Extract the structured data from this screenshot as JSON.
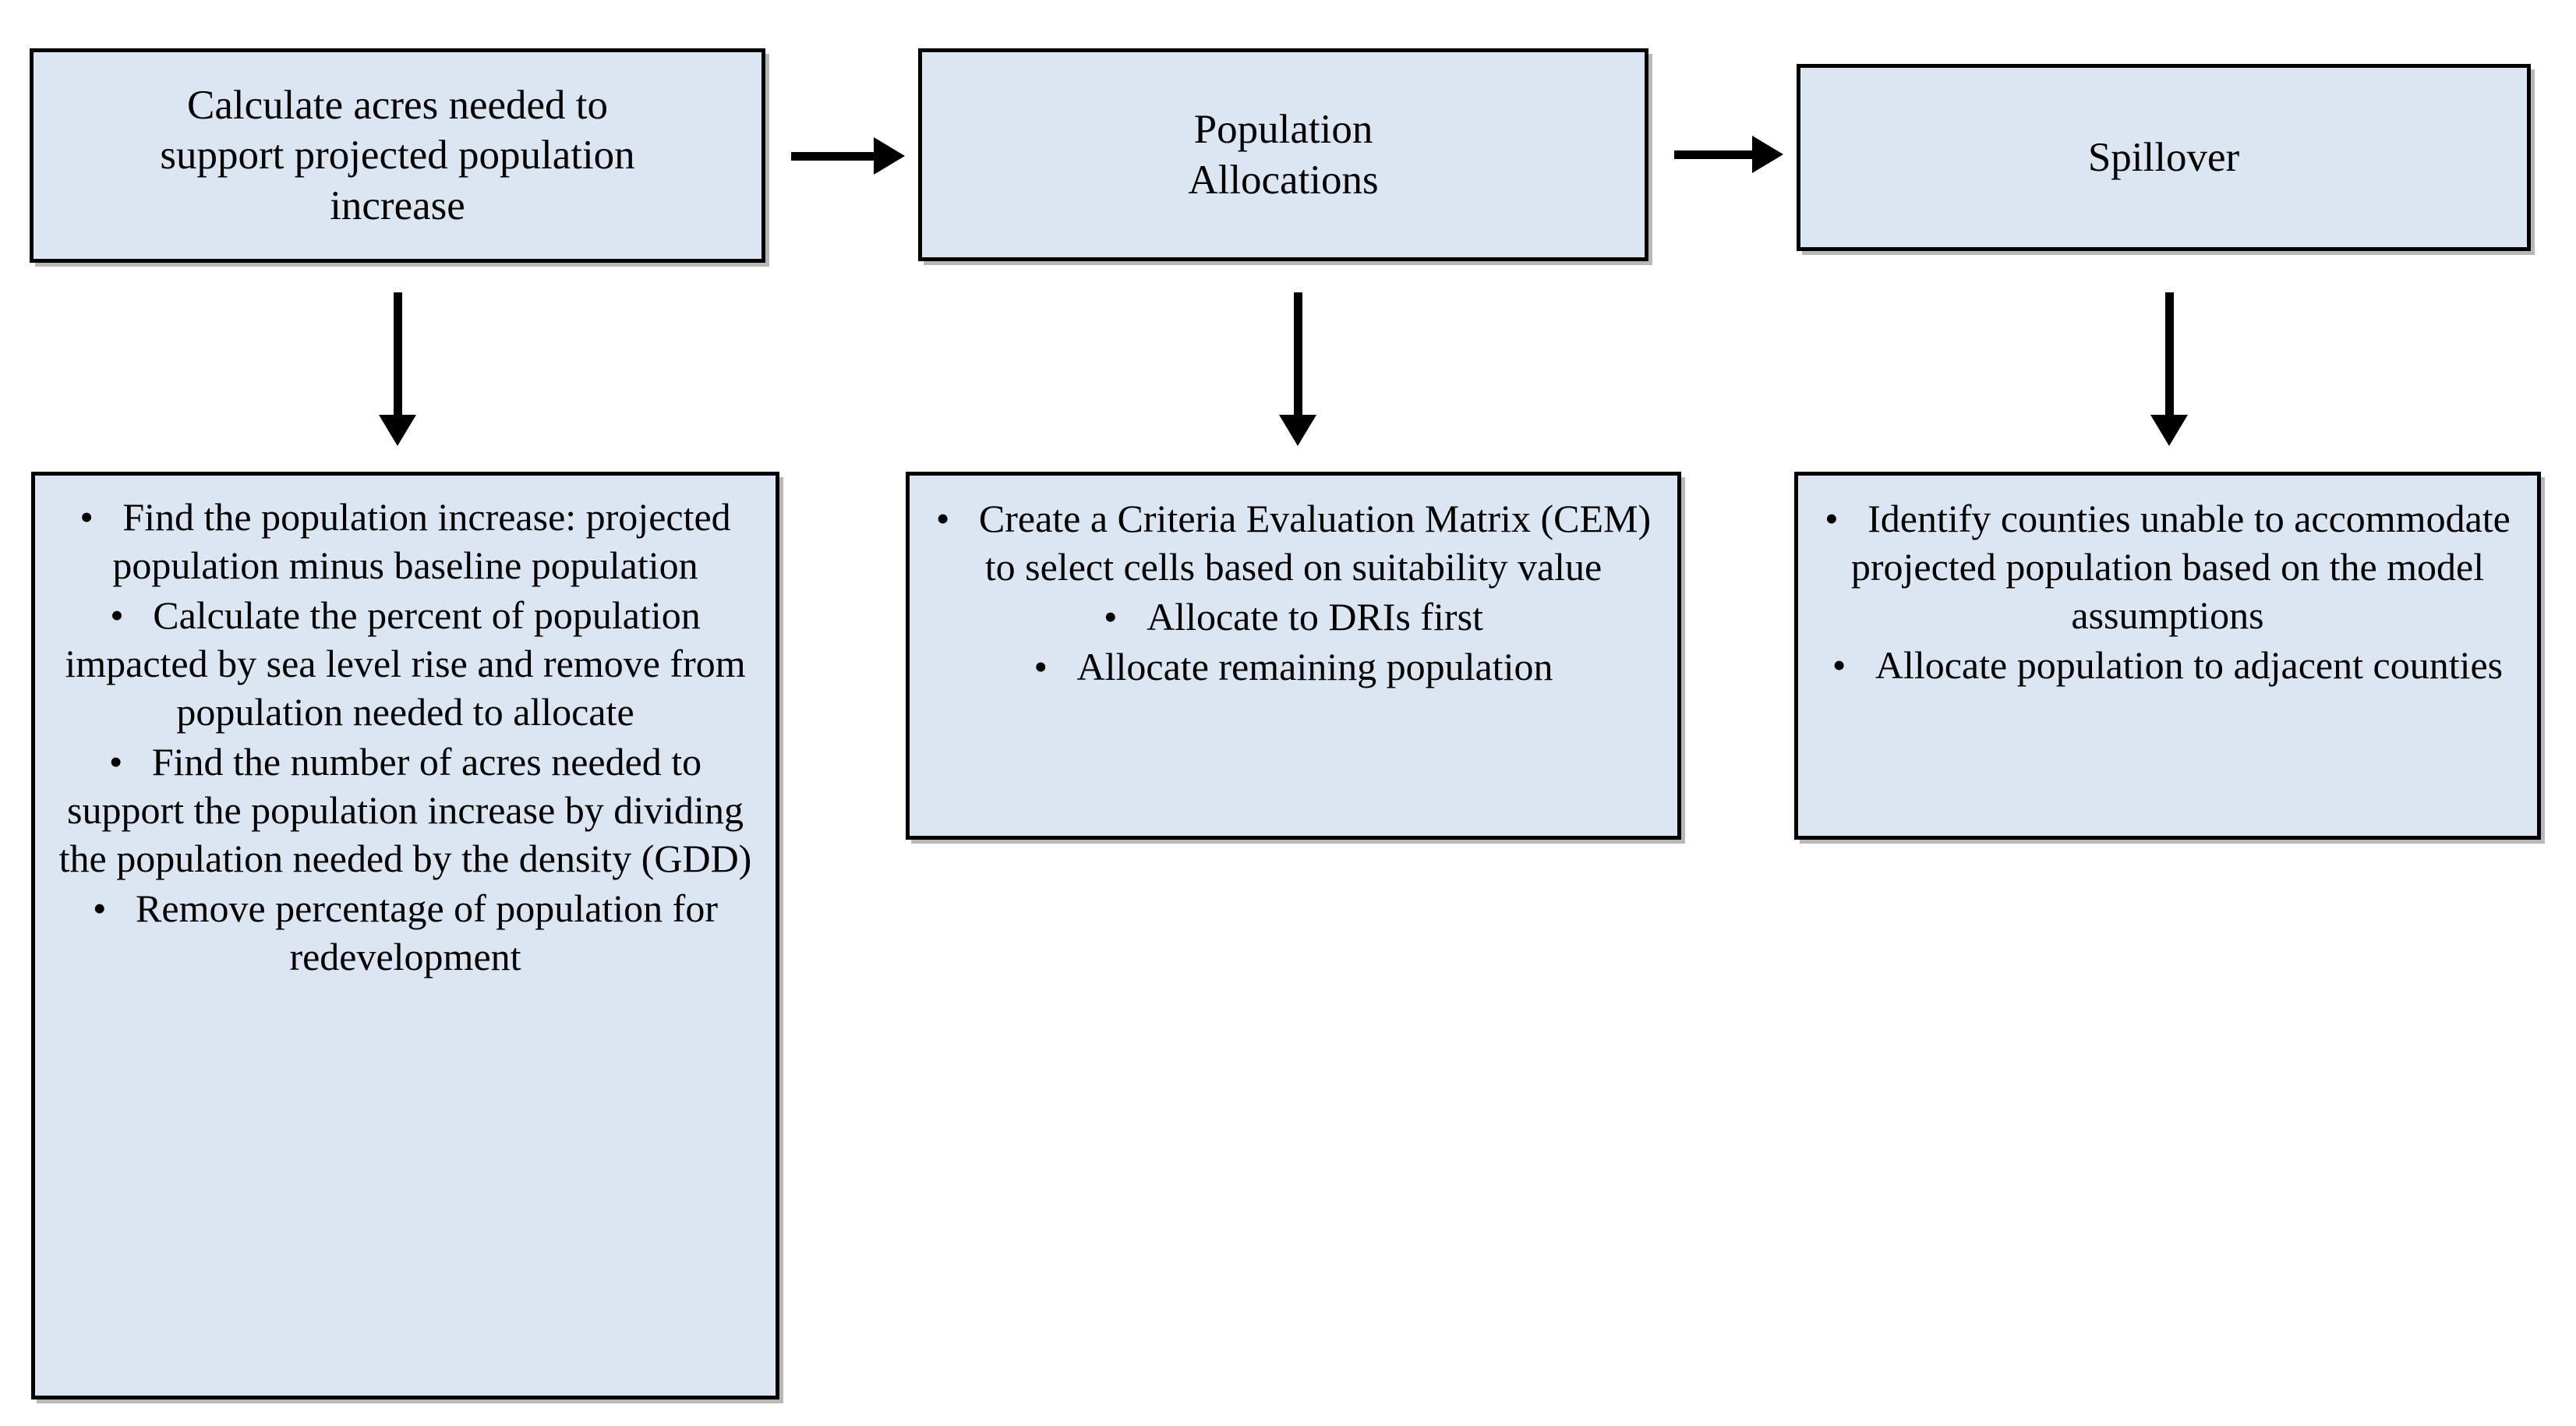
{
  "diagram": {
    "title": "Population allocation model workflow",
    "colors": {
      "node_fill": "#dce6f2",
      "node_border": "#000000",
      "arrow": "#000000",
      "background": "#ffffff"
    },
    "top_row": [
      {
        "id": "calc-acres",
        "label": "Calculate acres needed to\nsupport projected population\nincrease"
      },
      {
        "id": "population-allocations",
        "label": "Population\nAllocations"
      },
      {
        "id": "spillover",
        "label": "Spillover"
      }
    ],
    "detail_row": [
      {
        "id": "calc-acres-details",
        "bullets": [
          "Find the population increase: projected population minus baseline population",
          "Calculate the percent of population impacted by sea level rise and remove from population needed to allocate",
          "Find the number of acres needed to support the population increase by dividing the population needed by the density (GDD)",
          "Remove percentage of population for redevelopment"
        ]
      },
      {
        "id": "population-allocations-details",
        "bullets": [
          "Create a Criteria Evaluation Matrix (CEM) to select cells based on suitability value",
          "Allocate to DRIs first",
          "Allocate remaining population"
        ]
      },
      {
        "id": "spillover-details",
        "bullets": [
          "Identify counties unable to accommodate projected population based on the model assumptions",
          "Allocate population to adjacent counties"
        ]
      }
    ],
    "arrows": [
      {
        "id": "calc-to-alloc",
        "from": "calc-acres",
        "to": "population-allocations",
        "direction": "right"
      },
      {
        "id": "alloc-to-spill",
        "from": "population-allocations",
        "to": "spillover",
        "direction": "right"
      },
      {
        "id": "calc-down",
        "from": "calc-acres",
        "to": "calc-acres-details",
        "direction": "down"
      },
      {
        "id": "alloc-down",
        "from": "population-allocations",
        "to": "population-allocations-details",
        "direction": "down"
      },
      {
        "id": "spill-down",
        "from": "spillover",
        "to": "spillover-details",
        "direction": "down"
      }
    ]
  }
}
